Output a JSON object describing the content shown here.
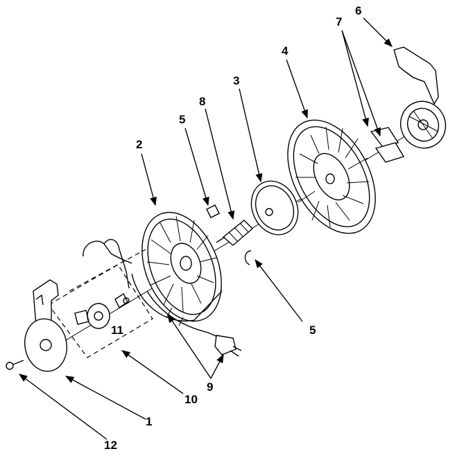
{
  "diagram": {
    "callouts": {
      "c1": "1",
      "c2": "2",
      "c3": "3",
      "c4": "4",
      "c5a": "5",
      "c5b": "5",
      "c6": "6",
      "c7": "7",
      "c8": "8",
      "c9": "9",
      "c10": "10",
      "c11": "11",
      "c12": "12"
    },
    "colors": {
      "ink": "#000000",
      "paper": "#ffffff"
    }
  }
}
